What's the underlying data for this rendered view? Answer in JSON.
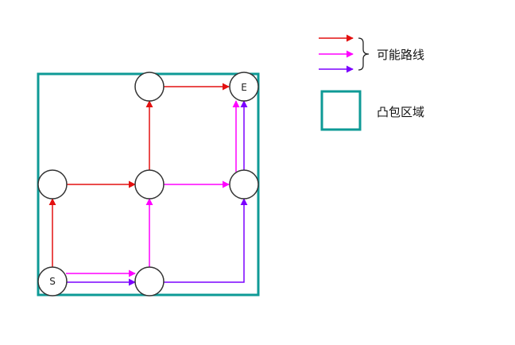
{
  "colors": {
    "hull": "#0e9a96",
    "path_red": "#e31010",
    "path_magenta": "#ff00ff",
    "path_purple": "#7b00ff",
    "node_stroke": "#333333",
    "brace": "#222222"
  },
  "nodes": {
    "start": {
      "label": "S"
    },
    "end": {
      "label": "E"
    }
  },
  "legend": {
    "paths_label": "可能路线",
    "hull_label": "凸包区域"
  }
}
